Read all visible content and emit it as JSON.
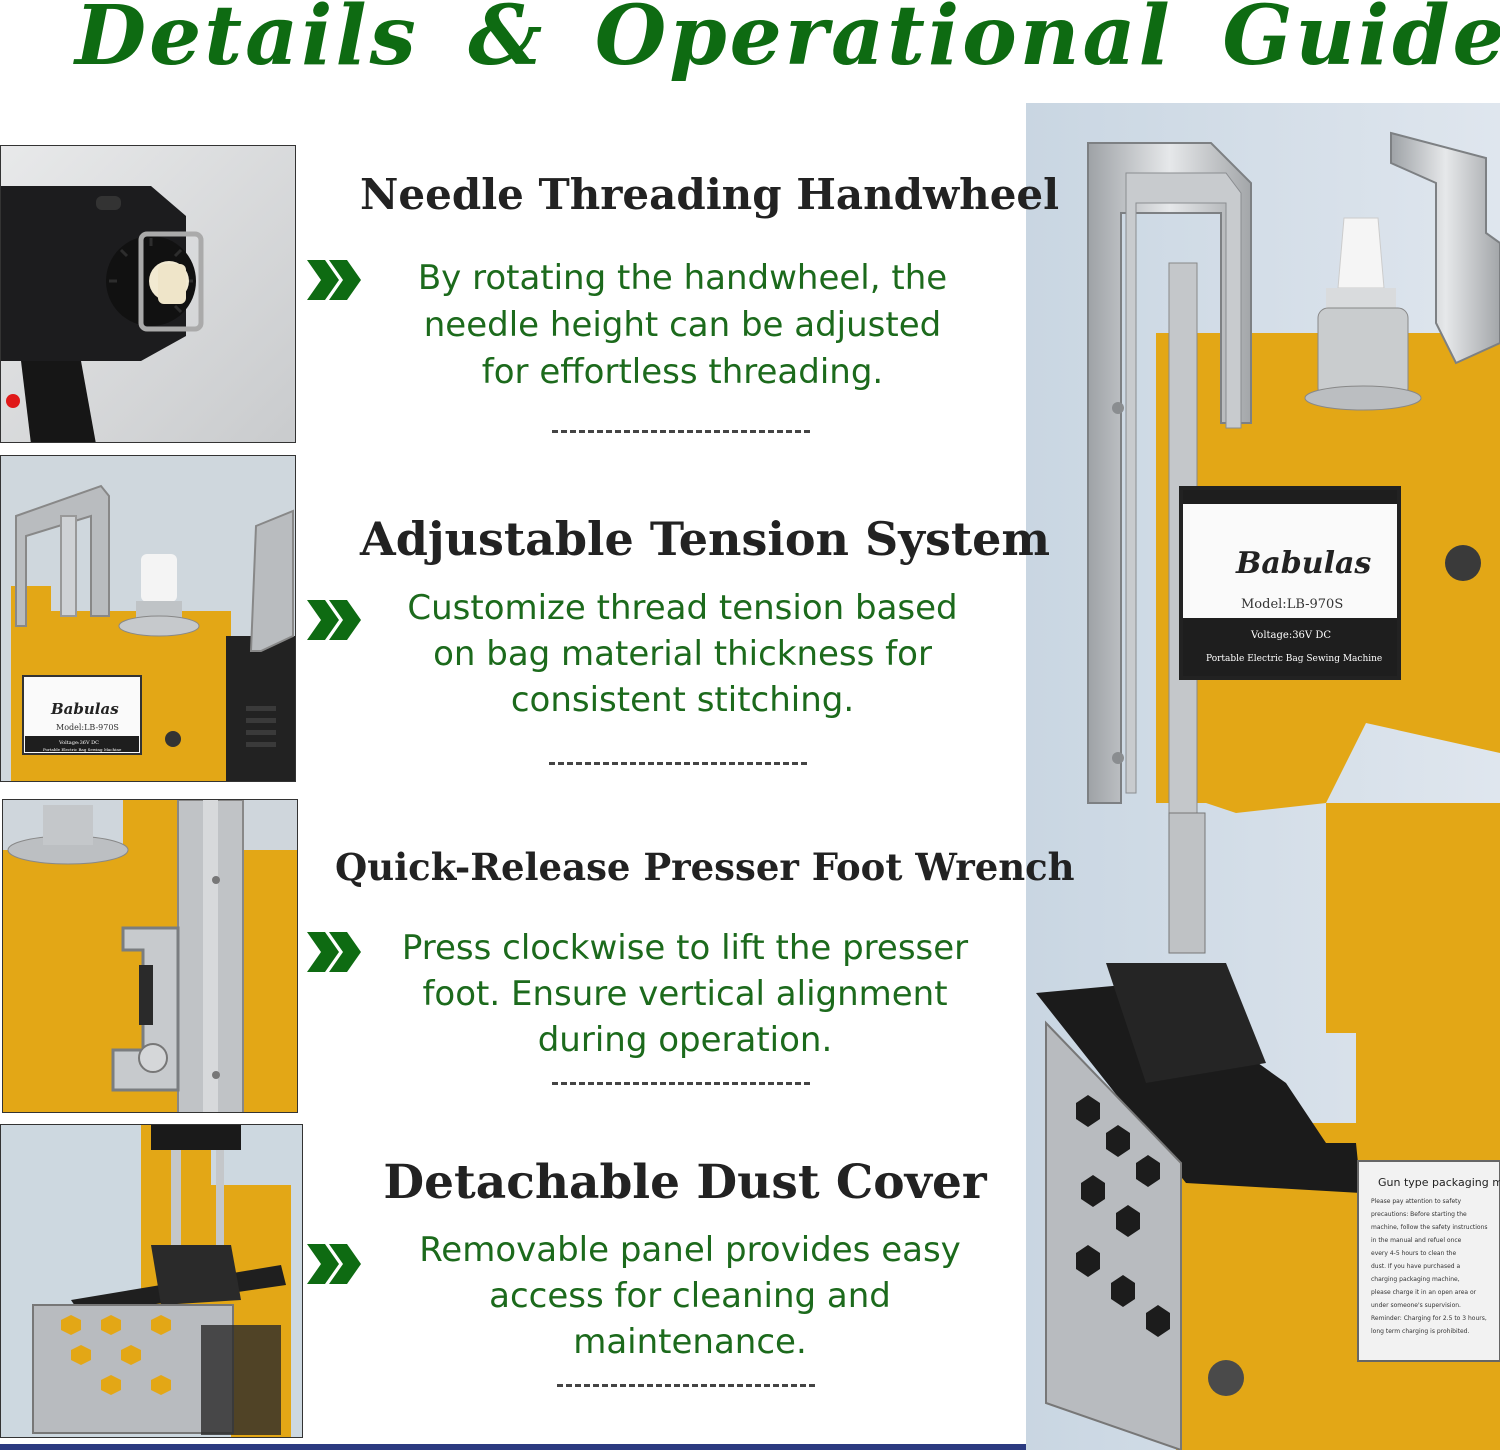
{
  "page_title": "Details & Operational Guide",
  "colors": {
    "title_green": "#0e6b12",
    "text_green": "#1c6a1c",
    "machine_yellow": "#e3a716"
  },
  "sections": [
    {
      "title": "Needle Threading Handwheel",
      "lines": [
        "By rotating the handwheel, the",
        "needle height can be adjusted",
        "for effortless threading."
      ]
    },
    {
      "title": "Adjustable Tension System",
      "lines": [
        "Customize thread tension based",
        "on bag material thickness for",
        "consistent stitching."
      ]
    },
    {
      "title": "Quick-Release Presser Foot Wrench",
      "lines": [
        "Press clockwise to lift the presser",
        "foot. Ensure vertical alignment",
        "during operation."
      ]
    },
    {
      "title": "Detachable Dust Cover",
      "lines": [
        "Removable panel provides easy",
        "access for cleaning and",
        "maintenance."
      ]
    }
  ],
  "machine_label": {
    "brand": "Babulas",
    "model": "Model:LB-970S",
    "voltage": "Voltage:36V DC",
    "name": "Portable Electric Bag Sewing Machine"
  },
  "warning_label": {
    "heading": "Gun type packaging machine",
    "lines": [
      "Please pay attention to safety",
      "precautions: Before starting the",
      "machine, follow the safety instructions",
      "in the manual and refuel once",
      "every 4-5 hours to clean the",
      "dust. If you have purchased a",
      "charging packaging machine,",
      "please charge it in an open area or",
      "under someone's supervision.",
      "Reminder: Charging for 2.5 to 3 hours,",
      "long term charging is prohibited."
    ]
  },
  "thumb_label": {
    "brand": "Babulas",
    "model": "Model:LB-970S",
    "voltage": "Voltage:36V DC",
    "name": "Portable Electric Bag Sewing Machine"
  }
}
